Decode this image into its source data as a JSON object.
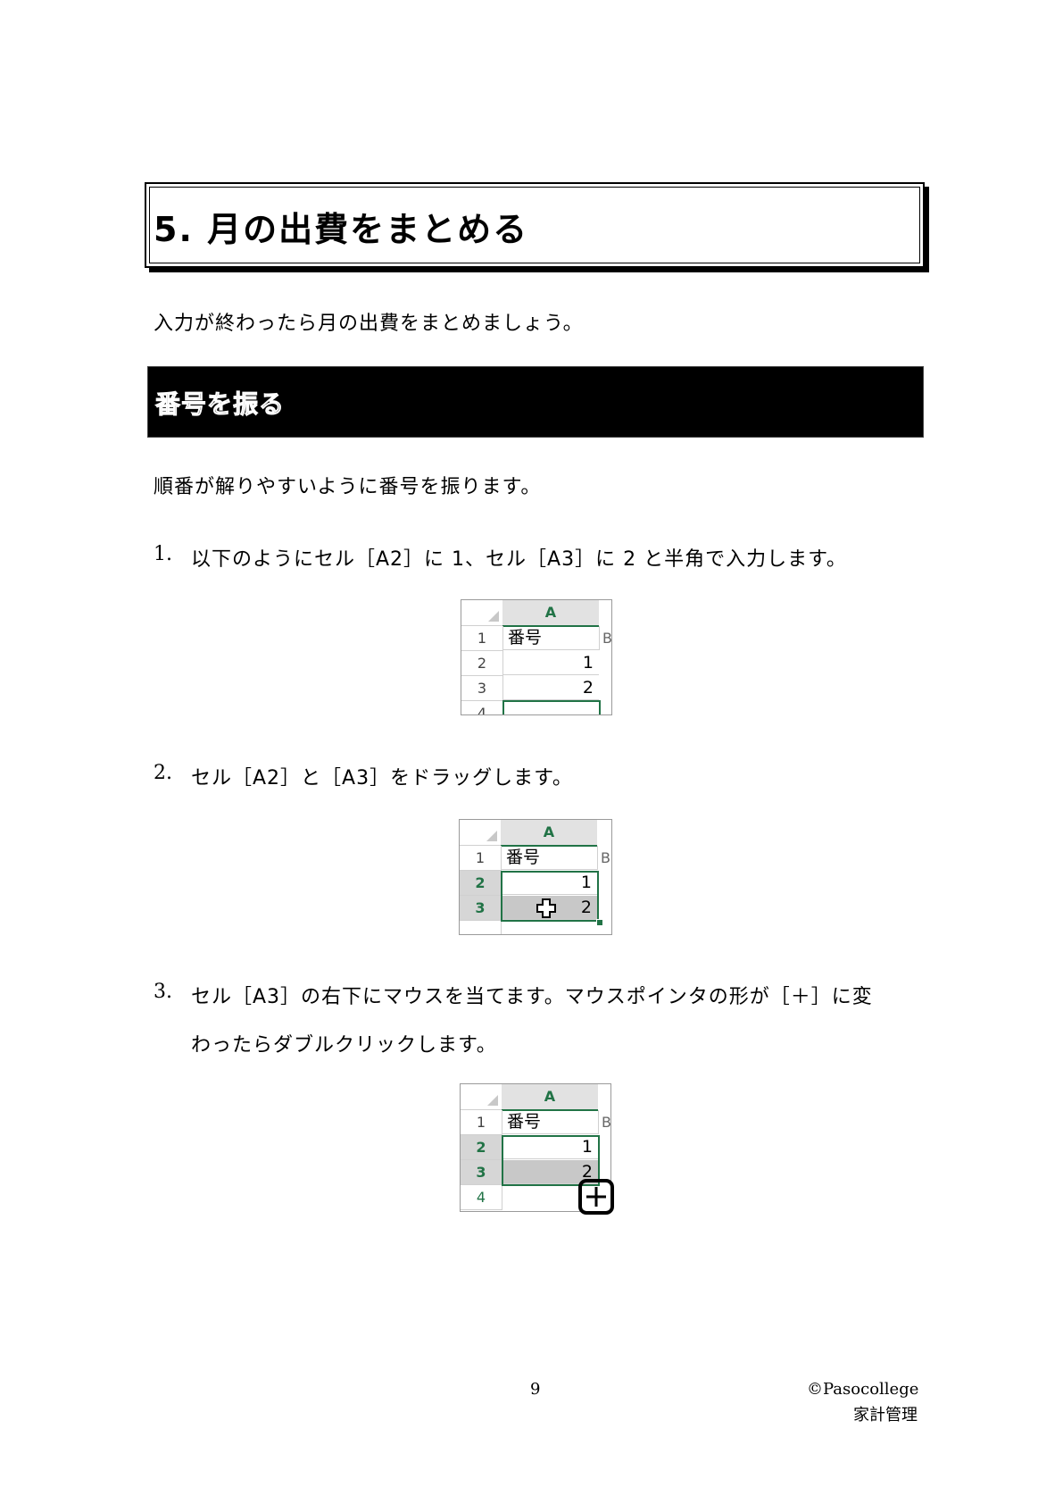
{
  "title": "5. 月の出費をまとめる",
  "intro": "入力が終わったら月の出費をまとめましょう。",
  "section": {
    "heading": "番号を振る"
  },
  "section_intro": "順番が解りやすいように番号を振ります。",
  "steps": [
    {
      "num": "1.",
      "text": "以下のようにセル［A2］に 1、セル［A3］に 2 と半角で入力します。"
    },
    {
      "num": "2.",
      "text": "セル［A2］と［A3］をドラッグします。"
    },
    {
      "num": "3.",
      "text_line1": "セル［A3］の右下にマウスを当てます。マウスポインタの形が［＋］に変",
      "text_line2": "わったらダブルクリックします。"
    }
  ],
  "sheet": {
    "column": "A",
    "next_column_partial": "B",
    "rows": [
      "1",
      "2",
      "3",
      "4"
    ],
    "header_cell": "番号",
    "values": [
      "1",
      "2"
    ]
  },
  "footer": {
    "page_number": "9",
    "copyright": "©Pasocollege",
    "subtitle": "家計管理"
  }
}
